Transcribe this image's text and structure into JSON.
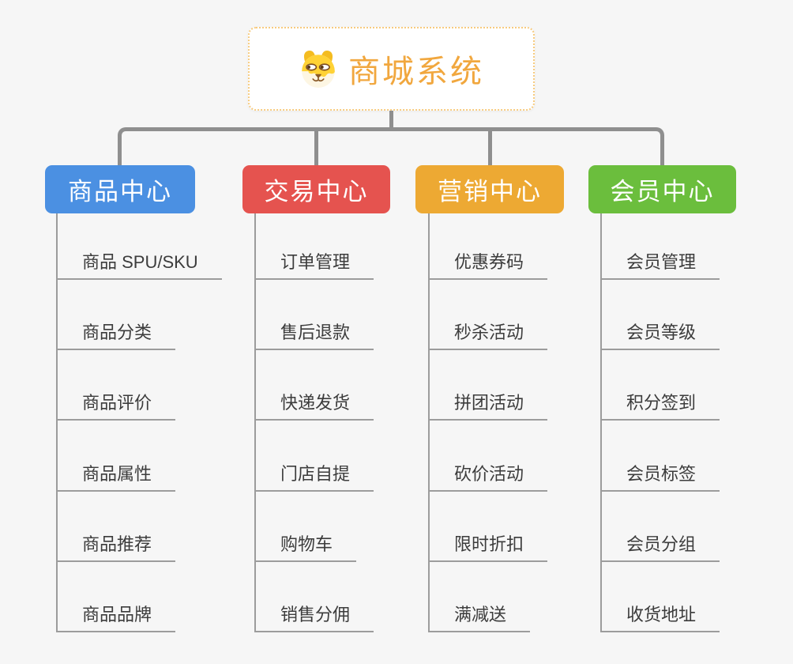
{
  "root": {
    "title": "商城系统",
    "icon": "dog-face-icon"
  },
  "colors": {
    "background": "#f6f6f6",
    "root_border": "#f7cb7f",
    "root_title": "#f1a73e",
    "connector_thick": "#8f8f8f",
    "connector_thin": "#9c9c9c",
    "leaf_text": "#3c3c3c"
  },
  "branches": [
    {
      "id": "product-center",
      "label": "商品中心",
      "color": "#4b90e2",
      "children": [
        "商品 SPU/SKU",
        "商品分类",
        "商品评价",
        "商品属性",
        "商品推荐",
        "商品品牌"
      ]
    },
    {
      "id": "trade-center",
      "label": "交易中心",
      "color": "#e5534f",
      "children": [
        "订单管理",
        "售后退款",
        "快递发货",
        "门店自提",
        "购物车",
        "销售分佣"
      ]
    },
    {
      "id": "marketing-center",
      "label": "营销中心",
      "color": "#eda933",
      "children": [
        "优惠券码",
        "秒杀活动",
        "拼团活动",
        "砍价活动",
        "限时折扣",
        "满减送"
      ]
    },
    {
      "id": "member-center",
      "label": "会员中心",
      "color": "#6bbe3d",
      "children": [
        "会员管理",
        "会员等级",
        "积分签到",
        "会员标签",
        "会员分组",
        "收货地址"
      ]
    }
  ]
}
